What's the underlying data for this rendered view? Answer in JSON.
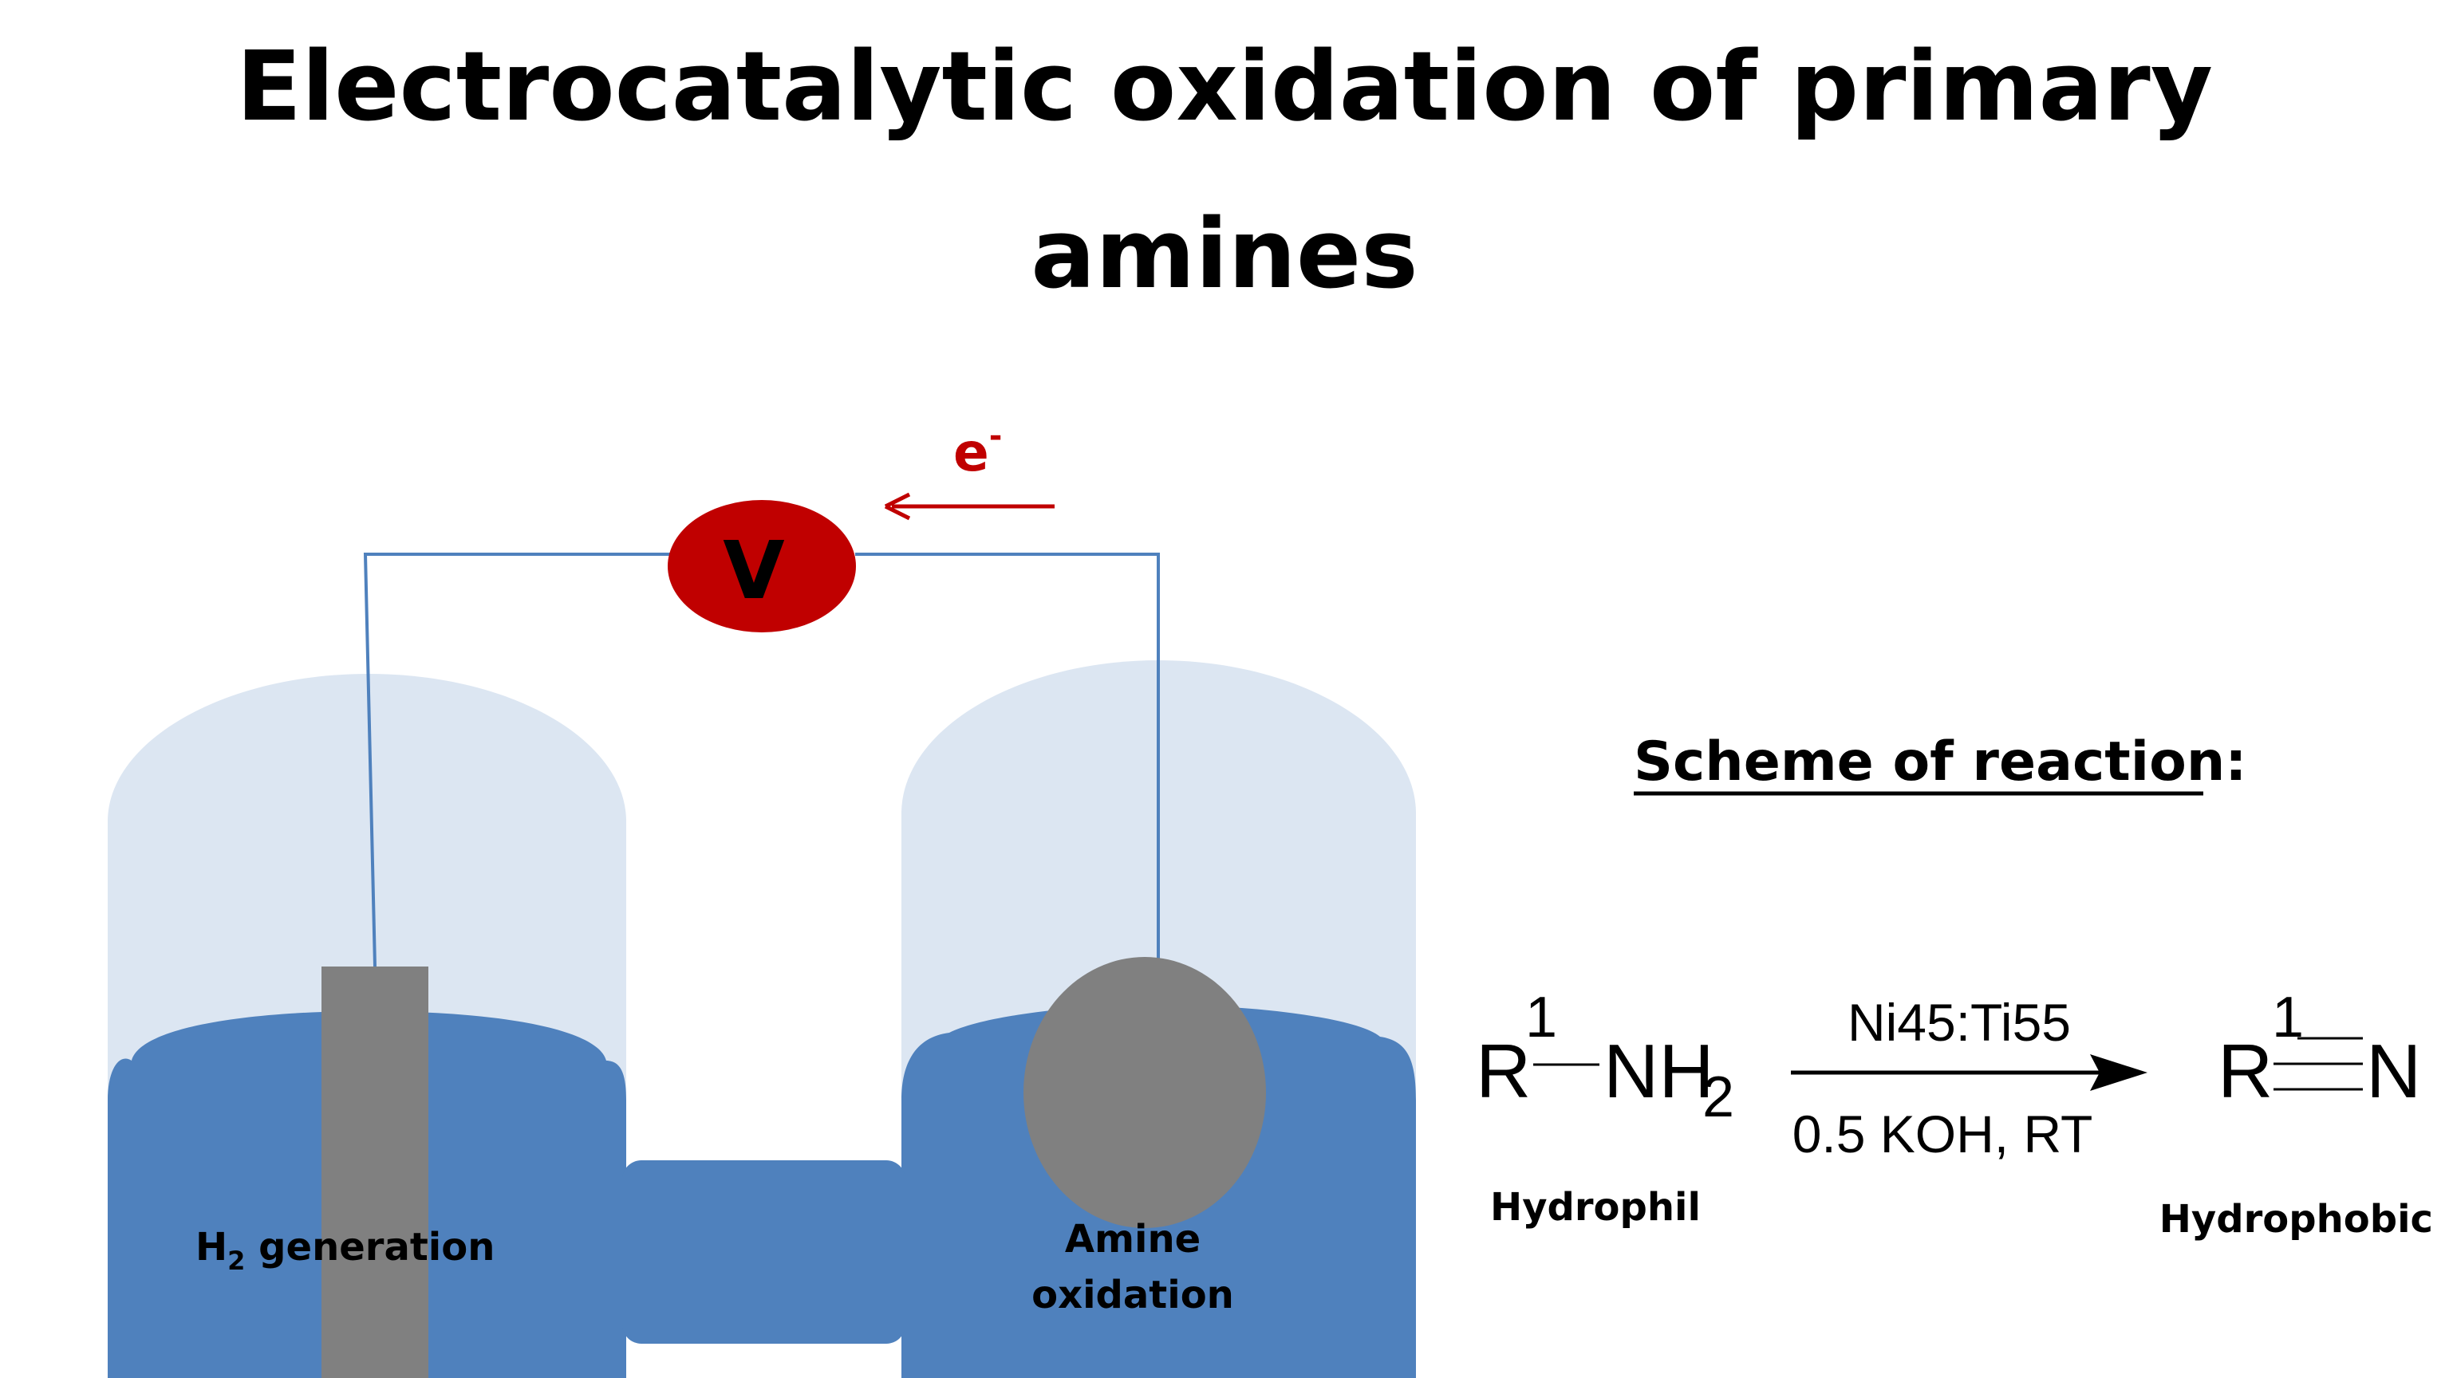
{
  "title": {
    "line1": "Electrocatalytic oxidation of primary",
    "line2": "amines"
  },
  "cell": {
    "voltmeter_label": "V",
    "electron_label": "e",
    "electron_charge": "-",
    "left_label_main": "H",
    "left_label_sub": "2",
    "left_label_rest": " generation",
    "right_label_line1": "Amine",
    "right_label_line2": "oxidation"
  },
  "scheme": {
    "heading": "Scheme of reaction:",
    "reactant": {
      "r": "R",
      "sup": "1",
      "group": "NH",
      "sub": "2",
      "caption": "Hydrophil"
    },
    "conditions": {
      "catalyst": "Ni45:Ti55",
      "medium": "0.5 KOH, RT"
    },
    "product": {
      "r": "R",
      "sup": "1",
      "group": "N",
      "caption": "Hydrophobic"
    }
  },
  "colors": {
    "electrolyte": "#4f81bd",
    "headspace": "#dce6f2",
    "electrode": "#808080",
    "voltmeter": "#c00000",
    "wire": "#4f81bd",
    "electron_arrow": "#c00000"
  }
}
